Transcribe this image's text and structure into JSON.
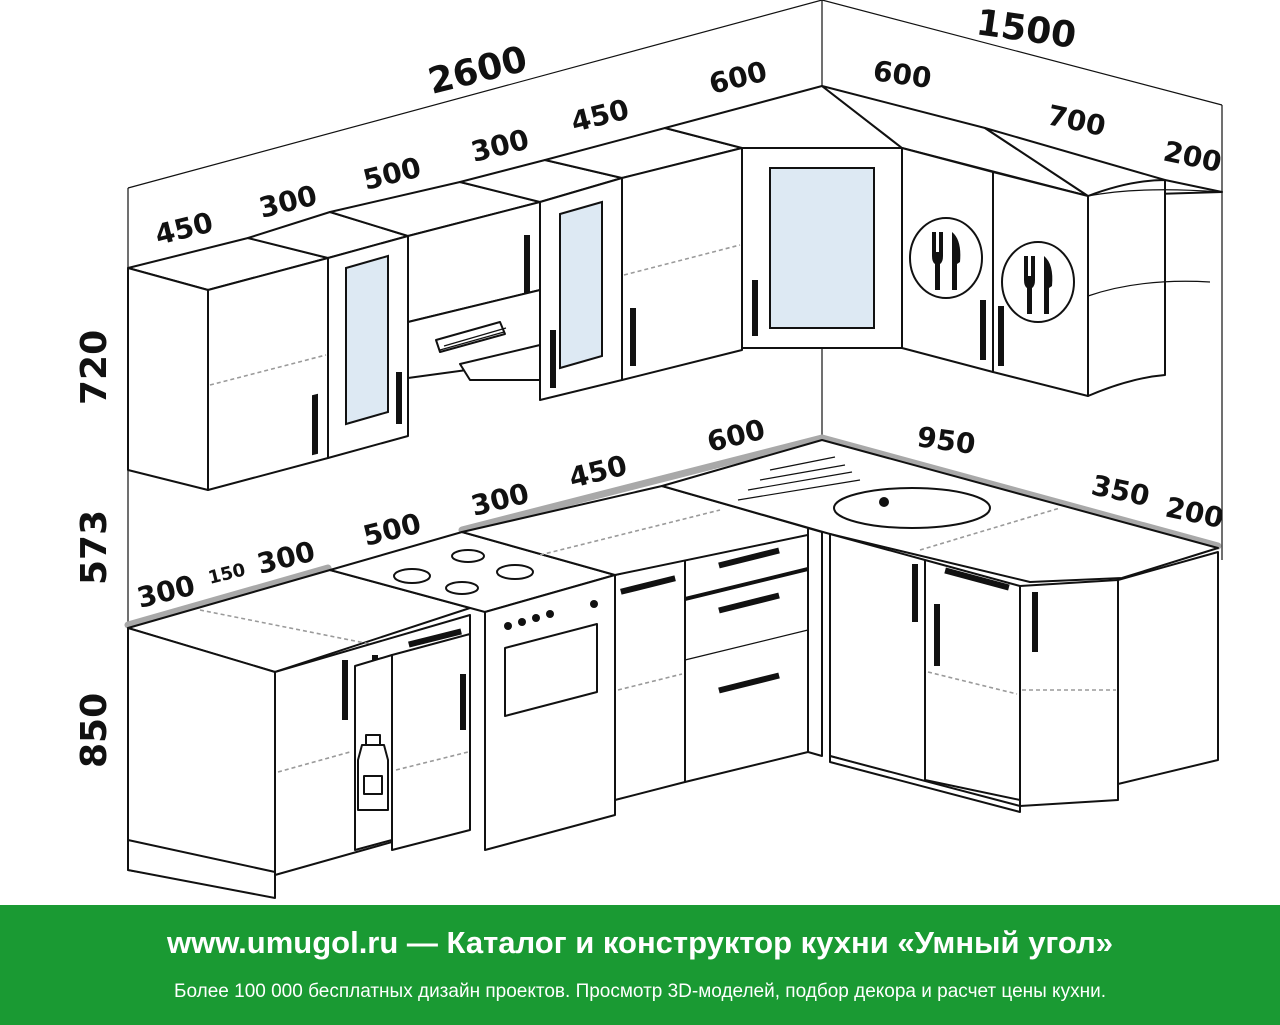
{
  "dimensions": {
    "upper": {
      "total_left": "2600",
      "total_right": "1500",
      "left_wall": [
        "450",
        "300",
        "500",
        "300",
        "450",
        "600"
      ],
      "right_wall": [
        "600",
        "700",
        "200"
      ],
      "height": "720"
    },
    "lower": {
      "left_wall": [
        "300",
        "150",
        "300",
        "500",
        "300",
        "450",
        "600"
      ],
      "right_wall": [
        "950",
        "350",
        "200"
      ],
      "gap_height": "573",
      "height": "850"
    }
  },
  "icons": [
    "fork-knife-icon",
    "fork-knife-icon",
    "bottle-icon",
    "cooktop-burners",
    "range-hood"
  ],
  "banner": {
    "title": "www.umugol.ru — Каталог и конструктор кухни «Умный угол»",
    "subtitle": "Более 100 000 бесплатных дизайн проектов. Просмотр 3D-моделей, подбор декора и расчет цены кухни."
  },
  "colors": {
    "banner_bg": "#1a9a33",
    "banner_text": "#ffffff",
    "line": "#111111",
    "countertop_edge": "#a9a9a9"
  }
}
